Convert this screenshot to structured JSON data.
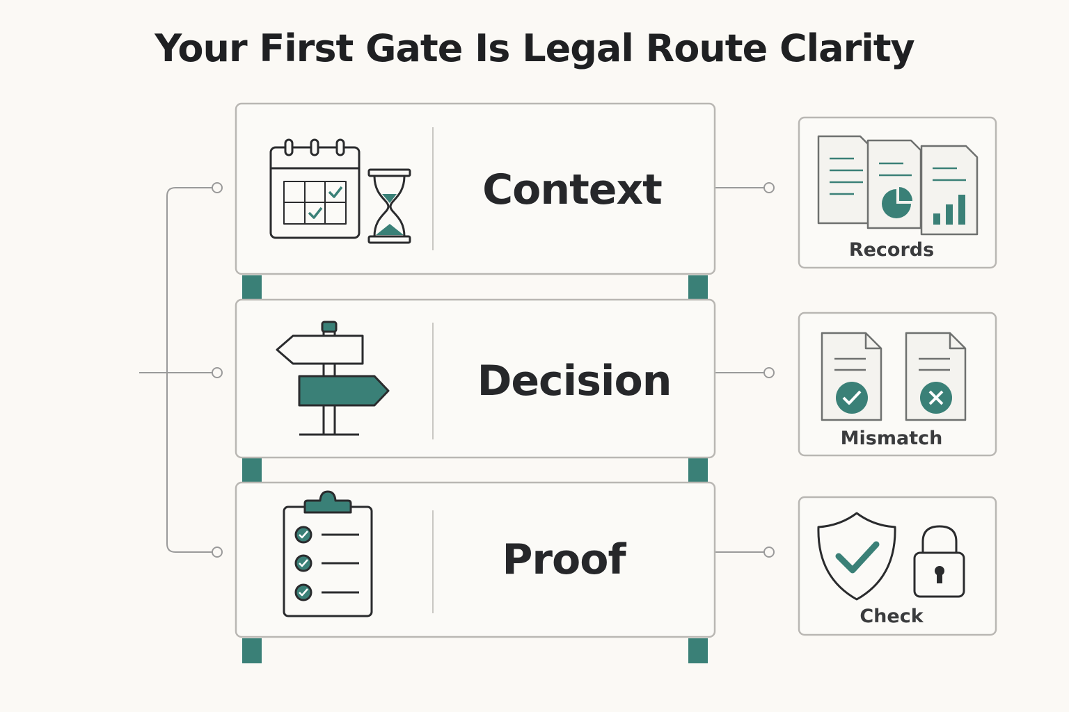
{
  "title": "Your First Gate Is Legal Route Clarity",
  "layers": [
    {
      "label": "Context",
      "icons": [
        "calendar-icon",
        "hourglass-icon"
      ]
    },
    {
      "label": "Decision",
      "icons": [
        "signpost-icon"
      ]
    },
    {
      "label": "Proof",
      "icons": [
        "checklist-clipboard-icon"
      ]
    }
  ],
  "side_panels": [
    {
      "label": "Records",
      "icons": [
        "document-icon",
        "pie-chart-document-icon",
        "bar-chart-document-icon"
      ]
    },
    {
      "label": "Mismatch",
      "icons": [
        "document-check-icon",
        "document-x-icon"
      ]
    },
    {
      "label": "Check",
      "icons": [
        "shield-check-icon",
        "padlock-icon"
      ]
    }
  ],
  "colors": {
    "accent": "#3a8077",
    "outline": "#b9b7b3",
    "stroke": "#2a2b2d",
    "background": "#fbf9f5"
  }
}
